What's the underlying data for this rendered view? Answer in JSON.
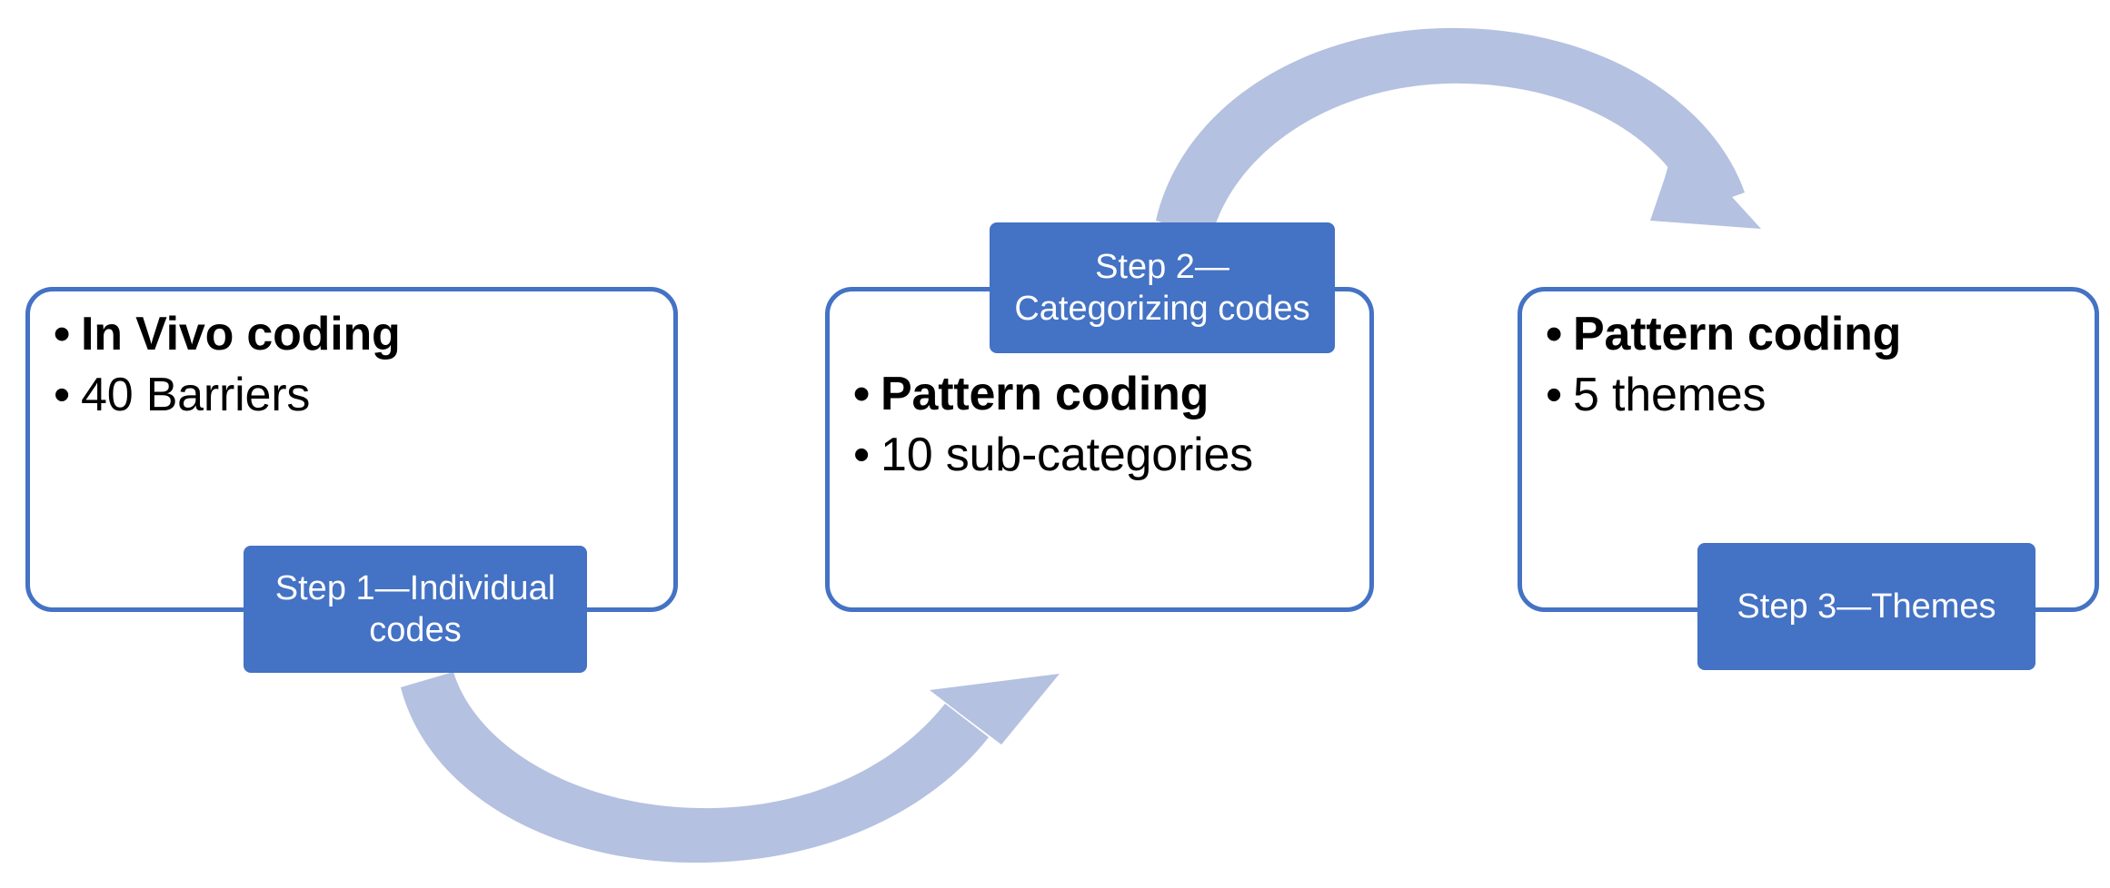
{
  "diagram": {
    "title": "Three-step qualitative coding process",
    "background_color": "#FFFFFF",
    "box_border_color": "#4472C4",
    "badge_fill_color": "#4472C4",
    "badge_text_color": "#FFFFFF",
    "arrow_color": "#B4C1E0",
    "body_text_color": "#000000"
  },
  "stages": [
    {
      "id": "stage-1",
      "badge_label": "Step 1—Individual codes",
      "bullets": [
        {
          "text": "In Vivo coding",
          "bold": true
        },
        {
          "text": "40 Barriers",
          "bold": false
        }
      ]
    },
    {
      "id": "stage-2",
      "badge_label": "Step 2—Categorizing codes",
      "bullets": [
        {
          "text": "Pattern coding",
          "bold": true
        },
        {
          "text": "10 sub-categories",
          "bold": false
        }
      ]
    },
    {
      "id": "stage-3",
      "badge_label": "Step 3—Themes",
      "bullets": [
        {
          "text": "Pattern coding",
          "bold": true
        },
        {
          "text": "5 themes",
          "bold": false
        }
      ]
    }
  ],
  "badge_lines": {
    "stage1": [
      "Step 1—Individual",
      "codes"
    ],
    "stage2": [
      "Step 2—",
      "Categorizing codes"
    ],
    "stage3": [
      "Step 3—Themes"
    ]
  },
  "arrows": [
    {
      "id": "arrow-1-to-2",
      "direction": "step-1 to step-2",
      "shape": "curved-u-down",
      "points_toward": "up-right"
    },
    {
      "id": "arrow-2-to-3",
      "direction": "step-2 to step-3",
      "shape": "curved-arch-up",
      "points_toward": "down-right"
    }
  ],
  "bullet_glyph": "•"
}
